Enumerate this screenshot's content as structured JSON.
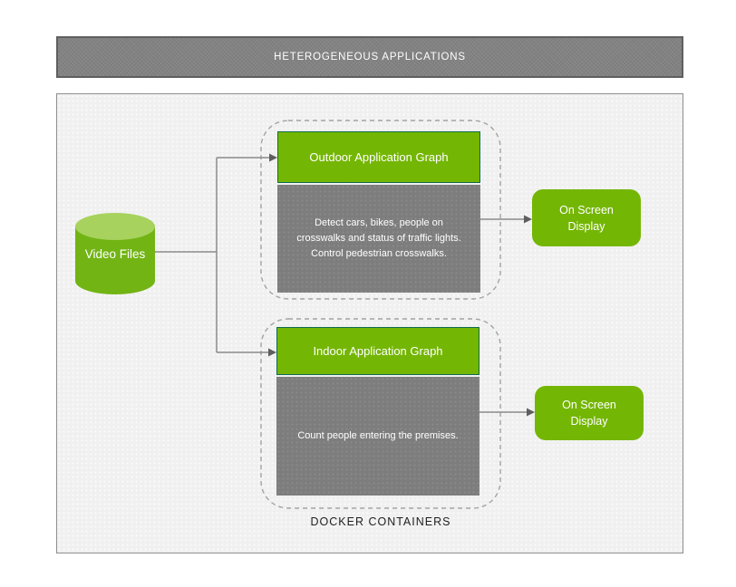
{
  "banner": {
    "title": "HETEROGENEOUS APPLICATIONS"
  },
  "video_source": {
    "label": "Video Files"
  },
  "docker": {
    "label": "DOCKER CONTAINERS",
    "pipelines": [
      {
        "title": "Outdoor Application Graph",
        "description_lines": [
          "Detect cars, bikes, people on",
          "crosswalks and status of traffic lights.",
          "Control pedestrian crosswalks."
        ],
        "output_label": "On Screen Display"
      },
      {
        "title": "Indoor Application Graph",
        "description_lines": [
          "Count people entering the premises."
        ],
        "output_label": "On Screen Display"
      }
    ]
  },
  "colors": {
    "node_green": "#74b604",
    "cylinder_top_green": "#a7d25d",
    "header_border": "#0f6b4b",
    "body_gray": "#7d7d7d",
    "banner_gray": "#828282",
    "connector_gray": "#8a8a8a",
    "canvas_light": "#f0f0f0"
  }
}
